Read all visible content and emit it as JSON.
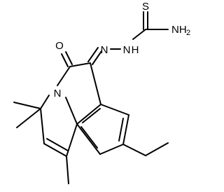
{
  "molecule": {
    "atoms": {
      "O": "O",
      "N_ring": "N",
      "N_hydrazone": "N",
      "NH_hydrazone": "N",
      "H_hydrazone": "H",
      "S": "S",
      "NH2_N": "NH",
      "NH2_sub": "2"
    },
    "colors": {
      "bond": "#000000",
      "text": "#000000",
      "background": "#ffffff"
    }
  }
}
